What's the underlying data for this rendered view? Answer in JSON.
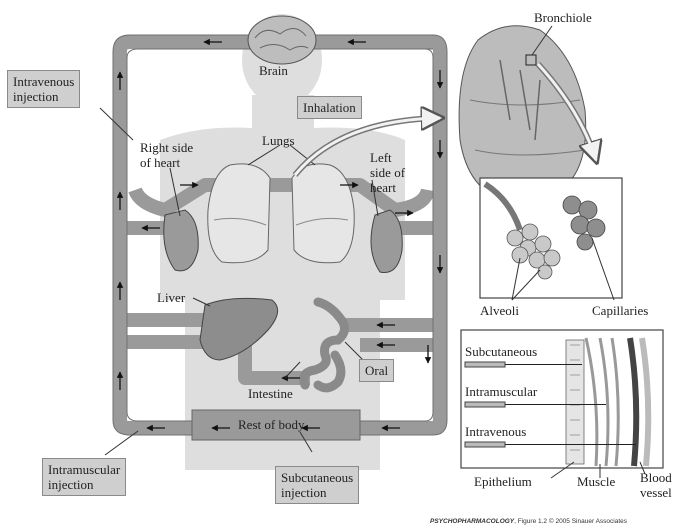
{
  "labels": {
    "brain": "Brain",
    "inhalation": "Inhalation",
    "intravenous_injection": "Intravenous\ninjection",
    "right_heart": "Right side\nof heart",
    "lungs": "Lungs",
    "left_heart": "Left\nside of\nheart",
    "liver": "Liver",
    "oral": "Oral",
    "intestine": "Intestine",
    "rest_of_body": "Rest of body",
    "intramuscular_injection": "Intramuscular\ninjection",
    "subcutaneous_injection": "Subcutaneous\ninjection",
    "bronchiole": "Bronchiole",
    "alveoli": "Alveoli",
    "capillaries": "Capillaries",
    "subcutaneous": "Subcutaneous",
    "intramuscular": "Intramuscular",
    "intravenous": "Intravenous",
    "epithelium": "Epithelium",
    "muscle": "Muscle",
    "blood_vessel": "Blood\nvessel"
  },
  "credit": {
    "title": "PSYCHOPHARMACOLOGY",
    "figure": ", Figure 1.2",
    "rest": "  © 2005 Sinauer Associates"
  },
  "colors": {
    "vessel": "#9a9a9a",
    "vessel_edge": "#6e6e6e",
    "body_silhouette": "#dcdcdc",
    "label_box": "#cfcfcf",
    "arrow": "#111111"
  }
}
